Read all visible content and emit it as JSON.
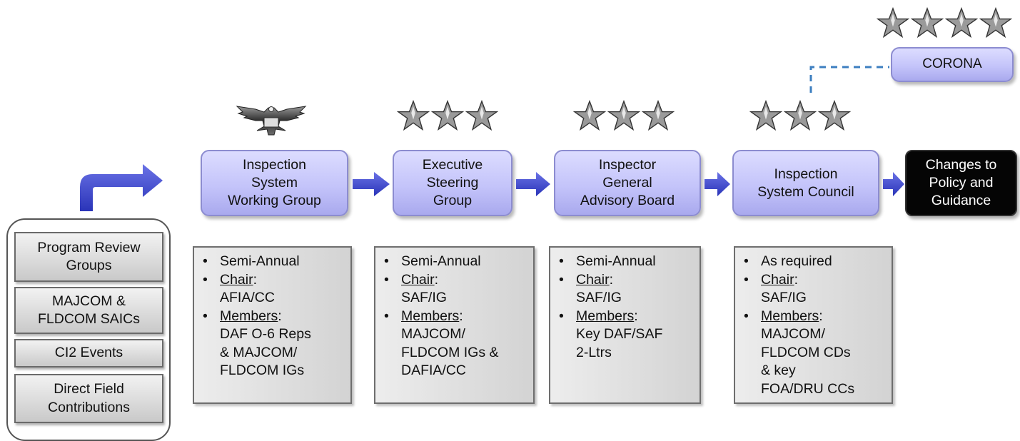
{
  "inputs": [
    {
      "label": "Program Review\nGroups"
    },
    {
      "label": "MAJCOM &\nFLDCOM SAICs"
    },
    {
      "label": "CI2 Events"
    },
    {
      "label": "Direct Field\nContributions"
    }
  ],
  "stages": [
    {
      "label": "Inspection\nSystem\nWorking Group",
      "insignia": "eagle-icon",
      "frequency": "Semi-Annual",
      "chair_label": "Chair",
      "chair": "AFIA/CC",
      "members_label": "Members",
      "members": [
        "DAF O-6 Reps",
        "& MAJCOM/",
        "FLDCOM IGs"
      ]
    },
    {
      "label": "Executive\nSteering\nGroup",
      "insignia": "three-star-icon",
      "frequency": "Semi-Annual",
      "chair_label": "Chair",
      "chair": "SAF/IG",
      "members_label": "Members",
      "members": [
        "MAJCOM/",
        "FLDCOM IGs &",
        "DAFIA/CC"
      ]
    },
    {
      "label": "Inspector\nGeneral\nAdvisory Board",
      "insignia": "three-star-icon",
      "frequency": "Semi-Annual",
      "chair_label": "Chair",
      "chair": "SAF/IG",
      "members_label": "Members",
      "members": [
        "Key DAF/SAF",
        "2-Ltrs"
      ]
    },
    {
      "label": "Inspection\nSystem Council",
      "insignia": "three-star-icon",
      "frequency": "As required",
      "chair_label": "Chair",
      "chair": "SAF/IG",
      "members_label": "Members",
      "members": [
        "MAJCOM/",
        "FLDCOM CDs",
        "& key",
        "FOA/DRU CCs"
      ]
    }
  ],
  "final": {
    "label": "Changes to\nPolicy and\nGuidance"
  },
  "corona": {
    "label": "CORONA",
    "insignia": "four-star-icon"
  },
  "colors": {
    "process_fill": "#c4c4fa",
    "arrow": "#3a44c8",
    "connector": "#3d7fc0",
    "final_fill": "#050505"
  }
}
